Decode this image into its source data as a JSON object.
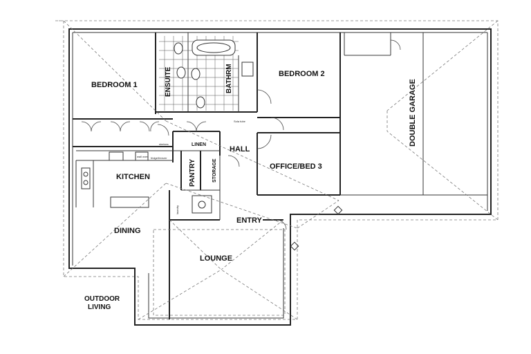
{
  "rooms": {
    "bedroom1": "BEDROOM 1",
    "ensuite": "ENSUITE",
    "bathroom": "BATHRM",
    "bedroom2": "BEDROOM 2",
    "double_garage": "DOUBLE GARAGE",
    "hall": "HALL",
    "linen": "LINEN",
    "pantry": "PANTRY",
    "storage": "STORAGE",
    "kitchen": "KITCHEN",
    "office_bed3": "OFFICE/BED 3",
    "dining": "DINING",
    "entry": "ENTRY",
    "lounge": "LOUNGE",
    "outdoor_living_1": "OUTDOOR",
    "outdoor_living_2": "LIVING"
  },
  "small_labels": {
    "shelves": "shelves",
    "solar_tube": "Sola tube",
    "fridge_freezer": "fridge/freezer",
    "wall_oven": "wall oven",
    "laundry": "laundry"
  }
}
